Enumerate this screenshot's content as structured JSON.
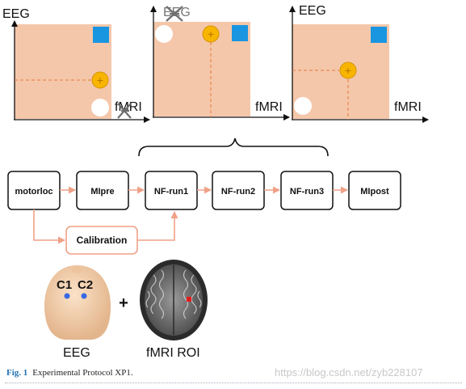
{
  "panels": [
    {
      "eeg_label": "EEG",
      "fmri_label": "fMRI"
    },
    {
      "eeg_label": "EEG",
      "fmri_label": "fMRI"
    },
    {
      "eeg_label": "EEG",
      "fmri_label": "fMRI"
    }
  ],
  "colors": {
    "plot_fill": "#f5c7aa",
    "target_square": "#1a96e0",
    "feedback_ball": "#f7b500",
    "dashed_guide": "#e2783c",
    "arrow": "#f0a187",
    "box_border": "#111111",
    "electrode": "#3a68e0",
    "roi": "#e51c1c",
    "caption_number": "#1f6fb2"
  },
  "pipeline": {
    "boxes": [
      "motorloc",
      "MIpre",
      "NF-run1",
      "NF-run2",
      "NF-run3",
      "MIpost"
    ],
    "calibration": "Calibration"
  },
  "head": {
    "electrode_labels": [
      "C1",
      "C2"
    ],
    "plus": "+",
    "eeg_caption": "EEG",
    "fmri_caption": "fMRI ROI"
  },
  "caption": {
    "number": "Fig. 1",
    "text": "Experimental Protocol XP1."
  },
  "watermark": "https://blog.csdn.net/zyb228107"
}
